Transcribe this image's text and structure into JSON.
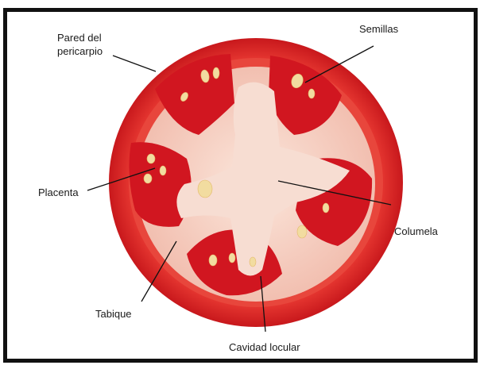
{
  "labels": {
    "pared_line1": "Pared del",
    "pared_line2": "pericarpio",
    "semillas": "Semillas",
    "placenta": "Placenta",
    "columela": "Columela",
    "tabique": "Tabique",
    "cavidad": "Cavidad locular"
  },
  "colors": {
    "pericarp": "#e52a2a",
    "pericarp_edge": "#c8181c",
    "locule": "#d11620",
    "pulp": "#f6d4c8",
    "seed": "#f2dca0",
    "leader_line": "#111111",
    "frame": "#111111"
  }
}
